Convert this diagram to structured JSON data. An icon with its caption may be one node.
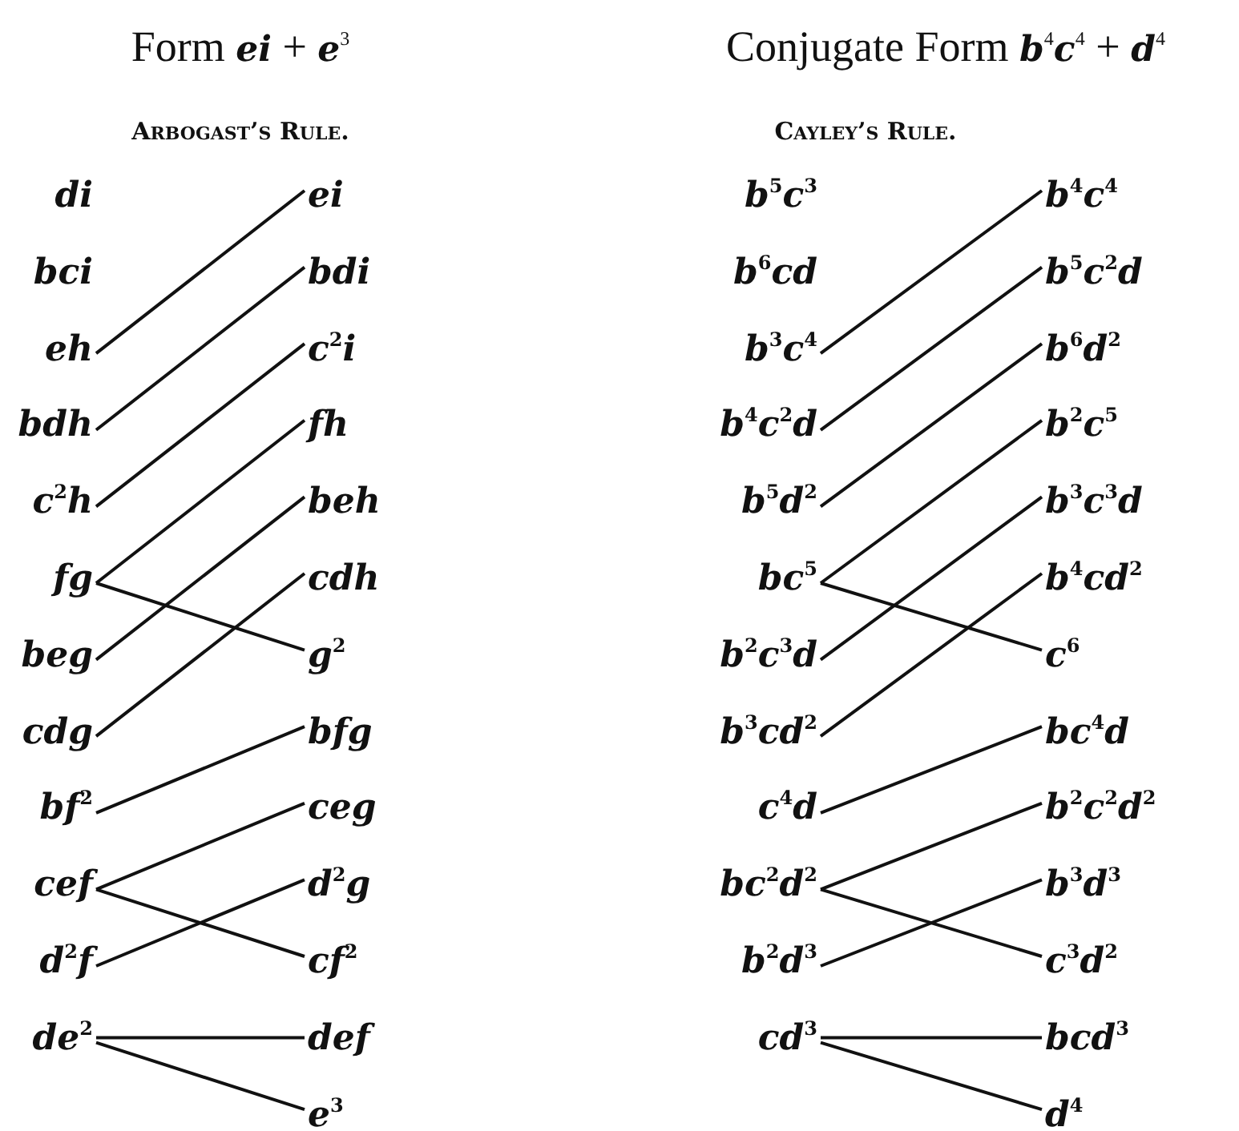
{
  "diagram": {
    "nodes": [
      {
        "text": [
          "*eh*"
        ]
      },
      {
        "text": [
          "*bdh*"
        ]
      },
      {
        "text": [
          "*c*$^{2}$*h*"
        ]
      },
      {
        "text": [
          "*fg*"
        ]
      },
      {
        "text": [
          "*beg*"
        ]
      },
      {
        "text": [
          "*cdg*"
        ]
      },
      {
        "text": [
          "*bf*$^{2}$"
        ]
      },
      {
        "text": [
          "*cef*"
        ]
      },
      {
        "text": [
          "*d*$^{2}$*f*"
        ]
      },
      {
        "text": [
          "*de*$^{2}$"
        ]
      },
      {
        "text": [
          "*ei*"
        ]
      },
      {
        "text": [
          "*bdi*"
        ]
      },
      {
        "text": [
          "*c*$^{2}$*i*"
        ]
      },
      {
        "text": [
          "*fh*"
        ]
      },
      {
        "text": [
          "*beh*"
        ]
      },
      {
        "text": [
          "*cdh*"
        ]
      },
      {
        "text": [
          "*g*$^{2}$"
        ]
      },
      {
        "text": [
          "*bfg*"
        ]
      },
      {
        "text": [
          "*ceg*"
        ]
      },
      {
        "text": [
          "*d*$^{2}$*g*"
        ]
      },
      {
        "text": [
          "*cf*$^{2}$"
        ]
      },
      {
        "text": [
          "*def*"
        ]
      },
      {
        "text": [
          "*e*$^{3}$"
        ]
      },
      {
        "text": [
          "*b*$^{3}$*c*$^{4}$"
        ]
      },
      {
        "text": [
          "*b*$^{4}$*c*$^{2}$*d*"
        ]
      },
      {
        "text": [
          "*b*$^{5}$*d*$^{2}$"
        ]
      },
      {
        "text": [
          "*bc*$^{5}$"
        ]
      },
      {
        "text": [
          "*b*$^{2}$*c*$^{3}$*d*"
        ]
      },
      {
        "text": [
          "*b*$^{3}$*cd*$^{2}$"
        ]
      },
      {
        "text": [
          "*c*$^{4}$*d*"
        ]
      },
      {
        "text": [
          "*bc*$^{2}$*d*$^{2}$"
        ]
      },
      {
        "text": [
          "*b*$^{2}$*d*$^{3}$"
        ]
      },
      {
        "text": [
          "*cd*$^{3}$"
        ]
      },
      {
        "text": [
          "*b*$^{4}$*c*$^{4}$"
        ]
      },
      {
        "text": [
          "*b*$^{5}$*c*$^{2}$*d*"
        ]
      },
      {
        "text": [
          "*b*$^{6}$*d*$^{2}$"
        ]
      },
      {
        "text": [
          "*b*$^{2}$*c*$^{5}$"
        ]
      },
      {
        "text": [
          "*b*$^{3}$*c*$^{3}$*d*"
        ]
      },
      {
        "text": [
          "*b*$^{4}$*cd*$^{2}$"
        ]
      },
      {
        "text": [
          "*c*$^{6}$"
        ]
      },
      {
        "text": [
          "*bc*$^{4}$*d*"
        ]
      },
      {
        "text": [
          "*b*$^{2}$*c*$^{2}$*d*$^{2}$"
        ]
      },
      {
        "text": [
          "*b*$^{3}$*d*$^{3}$"
        ]
      },
      {
        "text": [
          "*c*$^{3}$*d*$^{2}$"
        ]
      },
      {
        "text": [
          "*bcd*$^{3}$"
        ]
      },
      {
        "text": [
          "*d*$^{4}$"
        ]
      }
    ],
    "edges": [
      {
        "from": 0,
        "to": 10,
        "arrow": "none"
      },
      {
        "from": 1,
        "to": 11,
        "arrow": "none"
      },
      {
        "from": 2,
        "to": 12,
        "arrow": "none"
      },
      {
        "from": 3,
        "to": 13,
        "arrow": "none"
      },
      {
        "from": 3,
        "to": 16,
        "arrow": "none"
      },
      {
        "from": 4,
        "to": 14,
        "arrow": "none"
      },
      {
        "from": 5,
        "to": 15,
        "arrow": "none"
      },
      {
        "from": 6,
        "to": 17,
        "arrow": "none"
      },
      {
        "from": 7,
        "to": 18,
        "arrow": "none"
      },
      {
        "from": 7,
        "to": 20,
        "arrow": "none"
      },
      {
        "from": 8,
        "to": 19,
        "arrow": "none"
      },
      {
        "from": 9,
        "to": 21,
        "arrow": "none"
      },
      {
        "from": 9,
        "to": 22,
        "arrow": "none"
      },
      {
        "from": 23,
        "to": 33,
        "arrow": "none"
      },
      {
        "from": 24,
        "to": 34,
        "arrow": "none"
      },
      {
        "from": 25,
        "to": 35,
        "arrow": "none"
      },
      {
        "from": 26,
        "to": 36,
        "arrow": "none"
      },
      {
        "from": 26,
        "to": 39,
        "arrow": "none"
      },
      {
        "from": 27,
        "to": 37,
        "arrow": "none"
      },
      {
        "from": 28,
        "to": 38,
        "arrow": "none"
      },
      {
        "from": 29,
        "to": 40,
        "arrow": "none"
      },
      {
        "from": 30,
        "to": 41,
        "arrow": "none"
      },
      {
        "from": 30,
        "to": 43,
        "arrow": "none"
      },
      {
        "from": 31,
        "to": 42,
        "arrow": "none"
      },
      {
        "from": 32,
        "to": 44,
        "arrow": "none"
      },
      {
        "from": 32,
        "to": 45,
        "arrow": "none"
      }
    ],
    "labels": [
      "Form *ei* + *e*$^{3}$",
      "Arbogast’s Rule.",
      "*di*",
      "*bci*",
      "Conjugate Form *b*$^{4}$*c*$^{4}$ + *d*$^{4}$",
      "Cayley’s Rule.",
      "*b*$^{5}$*c*$^{3}$",
      "*b*$^{6}$*cd*"
    ]
  }
}
